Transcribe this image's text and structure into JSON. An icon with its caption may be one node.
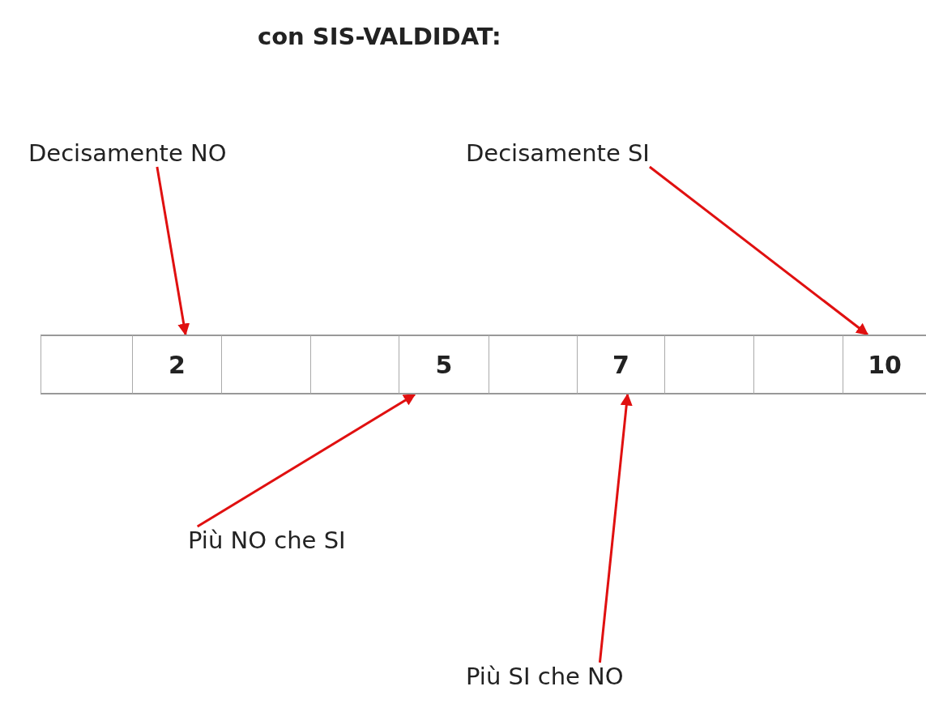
{
  "diagram": {
    "title": "con SIS-VALDIDAT:",
    "nodes": [
      {
        "text": [
          "Decisamente NO"
        ]
      },
      {
        "text": [
          "Decisamente SI"
        ]
      },
      {
        "text": [],
        "shape": "box"
      },
      {
        "text": [
          "2"
        ]
      },
      {
        "text": [],
        "shape": "box"
      },
      {
        "text": [],
        "shape": "box"
      },
      {
        "text": [
          "5"
        ]
      },
      {
        "text": [],
        "shape": "box"
      },
      {
        "text": [
          "7"
        ]
      },
      {
        "text": [],
        "shape": "box"
      },
      {
        "text": [],
        "shape": "box"
      },
      {
        "text": [
          "10"
        ]
      },
      {
        "text": [
          "Più NO che SI"
        ]
      },
      {
        "text": [
          "Più SI che NO"
        ]
      }
    ],
    "edges": [
      {
        "from": 0,
        "to": 3,
        "arrow": "to"
      },
      {
        "from": 1,
        "to": 11,
        "arrow": "to"
      },
      {
        "from": 12,
        "to": 6,
        "arrow": "to"
      },
      {
        "from": 13,
        "to": 8,
        "arrow": "to"
      }
    ]
  }
}
